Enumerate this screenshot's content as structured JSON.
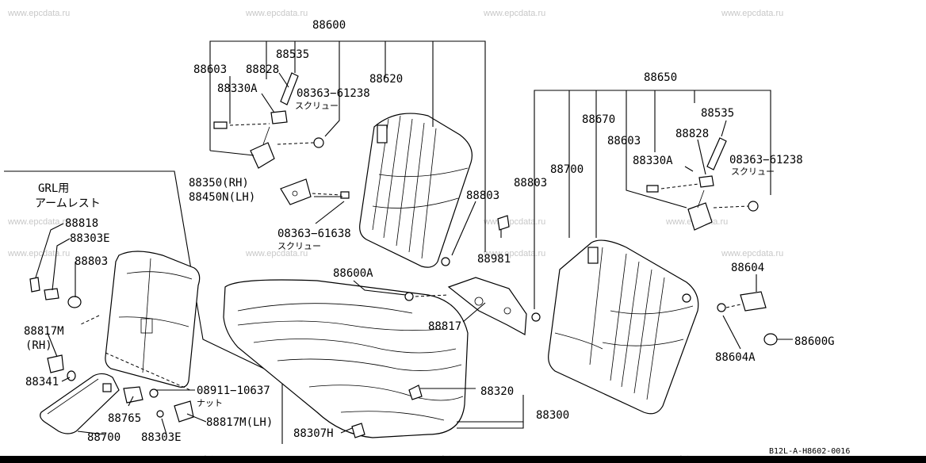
{
  "watermark": "www.epcdata.ru",
  "diagram_code": "B12L-A-H8602-0016",
  "inset": {
    "title": "GRL用",
    "subtitle": "アームレスト"
  },
  "labels": {
    "p88600": "88600",
    "p88603_l": "88603",
    "p88535_l": "88535",
    "p88828_l": "88828",
    "p88330a_l": "88330A",
    "p08363_61238_l": "08363−61238",
    "screw_l": "スクリュー",
    "p88620": "88620",
    "p88350": "88350(RH)",
    "p88450n": "88450N(LH)",
    "p08363_61638": "08363−61638",
    "screw_m": "スクリュー",
    "p88803_m": "88803",
    "p88981": "88981",
    "p88600a": "88600A",
    "p88817": "88817",
    "p88320": "88320",
    "p88300": "88300",
    "p88307h": "88307H",
    "p88650": "88650",
    "p88670": "88670",
    "p88603_r": "88603",
    "p88535_r": "88535",
    "p88828_r": "88828",
    "p88330a_r": "88330A",
    "p08363_61238_r": "08363−61238",
    "screw_r": "スクリュー",
    "p88700_r": "88700",
    "p88803_r": "88803",
    "p88604": "88604",
    "p88604a": "88604A",
    "p88600g": "88600G",
    "p88818": "88818",
    "p88303e_t": "88303E",
    "p88803_i": "88803",
    "p88817m_rh": "88817M",
    "rh": "(RH)",
    "p88341": "88341",
    "p08911": "08911−10637",
    "nut": "ナット",
    "p88765": "88765",
    "p88817m_lh": "88817M(LH)",
    "p88700_i": "88700",
    "p88303e_b": "88303E"
  }
}
